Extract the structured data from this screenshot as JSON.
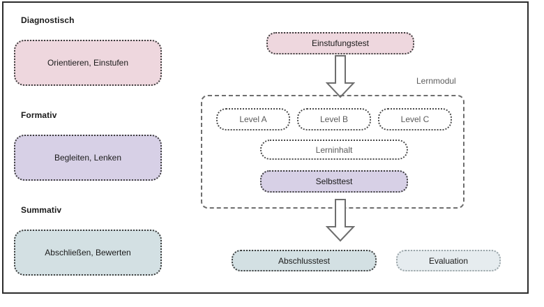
{
  "diagram": {
    "title_hidden": "",
    "columns": {
      "headings": [
        {
          "id": "diagnostisch",
          "label": "Diagnostisch"
        },
        {
          "id": "formativ",
          "label": "Formativ"
        },
        {
          "id": "summativ",
          "label": "Summativ"
        }
      ],
      "phase_boxes": [
        {
          "id": "orientieren",
          "label": "Orientieren, Einstufen",
          "fill": "#eed7de"
        },
        {
          "id": "begleiten",
          "label": "Begleiten, Lenken",
          "fill": "#d7d0e6"
        },
        {
          "id": "abschliessen",
          "label": "Abschließen, Bewerten",
          "fill": "#d3e0e3"
        }
      ]
    },
    "flow": {
      "entry_test": {
        "id": "einstufungstest",
        "label": "Einstufungstest",
        "fill": "#eed7de"
      },
      "module": {
        "id": "lernmodul",
        "label": "Lernmodul",
        "levels": [
          {
            "id": "level-a",
            "label": "Level A"
          },
          {
            "id": "level-b",
            "label": "Level B"
          },
          {
            "id": "level-c",
            "label": "Level C"
          }
        ],
        "content": {
          "id": "lerninhalt",
          "label": "Lerninhalt",
          "fill": "#ffffff"
        },
        "self_test": {
          "id": "selbsttest",
          "label": "Selbsttest",
          "fill": "#d7d0e6"
        }
      },
      "final_test": {
        "id": "abschlusstest",
        "label": "Abschlusstest",
        "fill": "#d3e0e3"
      },
      "evaluation": {
        "id": "evaluation",
        "label": "Evaluation",
        "fill": "#e6ecef"
      },
      "arrows": [
        {
          "id": "arrow-entry-to-module",
          "direction": "down"
        },
        {
          "id": "arrow-module-to-final",
          "direction": "down"
        }
      ]
    },
    "colors": {
      "frame": "#2c2c2c",
      "dotted_border": "#3d3d3d",
      "dashed_border": "#6e6e6e",
      "arrow_stroke": "#6e6e6e",
      "muted_text": "#5c5c5c",
      "background": "#ffffff"
    }
  }
}
